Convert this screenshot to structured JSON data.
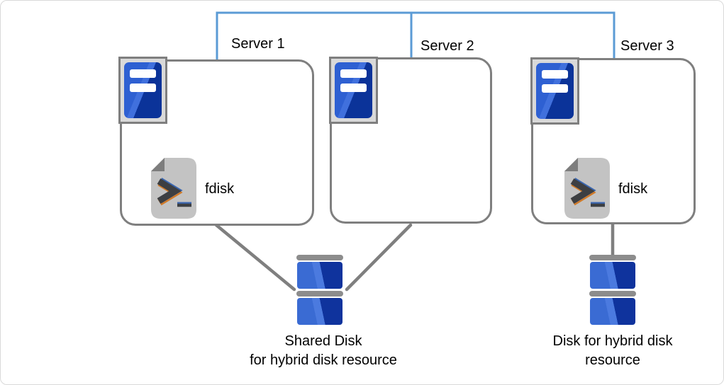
{
  "servers": [
    {
      "label": "Server 1",
      "fdisk_label": "fdisk"
    },
    {
      "label": "Server 2"
    },
    {
      "label": "Server 3",
      "fdisk_label": "fdisk"
    }
  ],
  "disks": {
    "shared": {
      "line1": "Shared Disk",
      "line2": "for hybrid disk resource"
    },
    "hybrid": {
      "line1": "Disk for hybrid disk",
      "line2": "resource"
    }
  },
  "colors": {
    "network_line_blue": "#5b9bd5",
    "box_border_gray": "#7f7f7f",
    "disk_link_gray": "#7f7f7f",
    "server_blue_light": "#2e60d2",
    "server_blue_dark": "#0b3399",
    "disk_blue_light": "#3a6bd3",
    "disk_blue_dark": "#0f339d",
    "disk_cap_gray": "#8c8c8c",
    "icon_frame_gray": "#d9d9d9",
    "document_gray": "#c3c3c3",
    "document_fold_gray": "#7d7d7d",
    "prompt_dark": "#3d3f42",
    "prompt_accent_orange": "#d07a28",
    "prompt_accent_blue": "#3a66b0"
  }
}
